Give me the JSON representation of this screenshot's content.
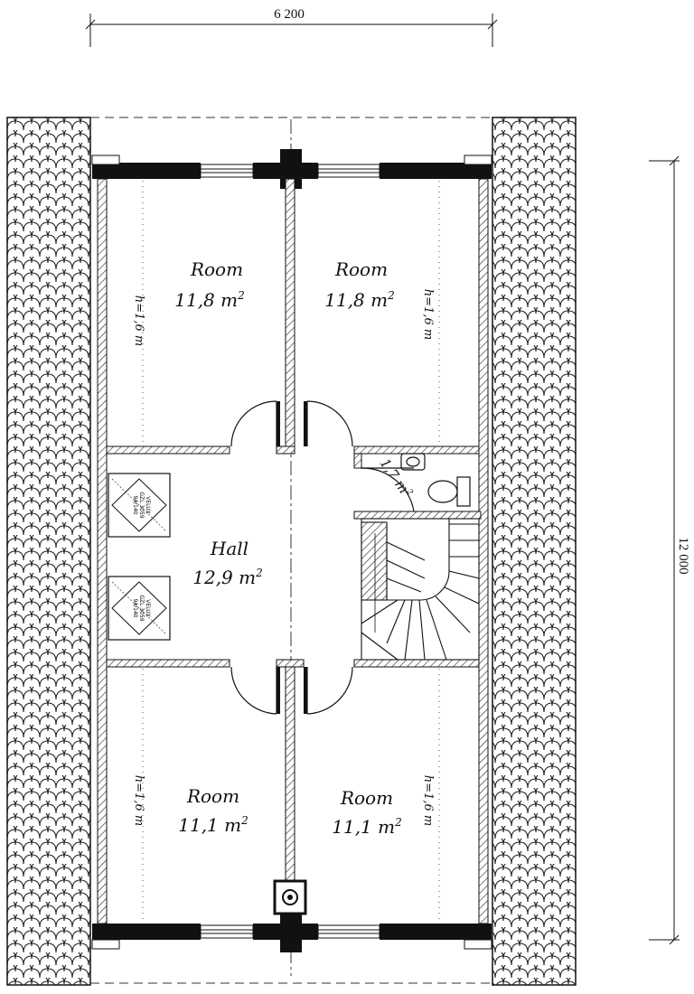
{
  "dimensions": {
    "width_label": "6 200",
    "length_label": "12 000"
  },
  "rooms": [
    {
      "name": "Room",
      "area": "11,8 m",
      "height": "h=1,6 m"
    },
    {
      "name": "Room",
      "area": "11,8 m",
      "height": "h=1,6 m"
    },
    {
      "name": "Hall",
      "area": "12,9 m"
    },
    {
      "name": "Room",
      "area": "11,1 m",
      "height": "h=1,6 m"
    },
    {
      "name": "Room",
      "area": "11,1 m",
      "height": "h=1,6 m"
    }
  ],
  "bathroom": {
    "area": "1,7 m"
  },
  "area_unit_superscript": "2",
  "roof_windows": [
    {
      "label": "VELUX",
      "size": "GZL 3059",
      "dims": "94/140"
    },
    {
      "label": "VELUX",
      "size": "GZL 3059",
      "dims": "94/140"
    }
  ]
}
